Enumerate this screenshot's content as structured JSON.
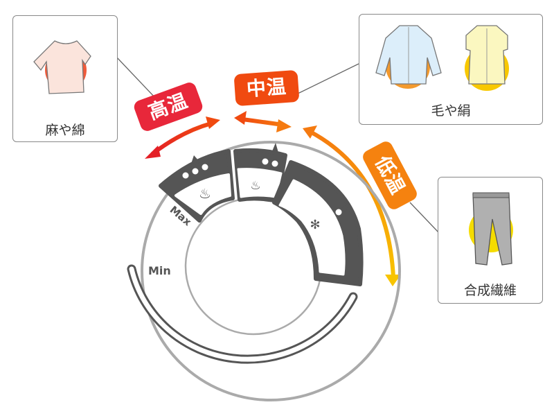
{
  "callouts": {
    "high": {
      "fabric": "麻や綿",
      "circle_color": "#f05a3a"
    },
    "mid": {
      "fabric": "毛や絹",
      "circle_colors": [
        "#f39a2e",
        "#f8c800"
      ]
    },
    "low": {
      "fabric": "合成繊維",
      "circle_color": "#f5dc00"
    }
  },
  "temps": {
    "high": {
      "label": "高温",
      "color": "#e8273a"
    },
    "mid": {
      "label": "中温",
      "color": "#f04a10"
    },
    "low": {
      "label": "低温",
      "color": "#f5820f"
    }
  },
  "dial": {
    "max_label": "Max",
    "min_label": "Min",
    "segment_color": "#555555",
    "ring_color": "#aaaaaa"
  }
}
